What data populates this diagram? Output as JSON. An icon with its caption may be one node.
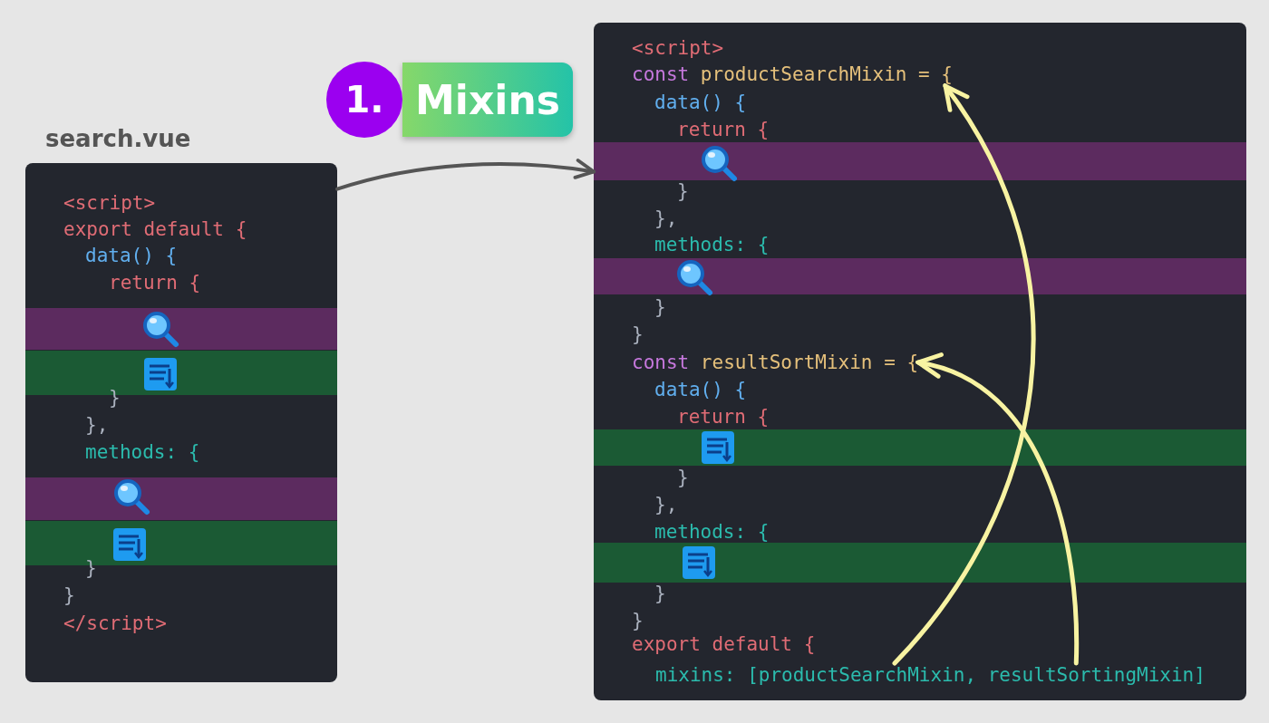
{
  "diagram": {
    "nodes": [
      {
        "text": [
          "<script>",
          "export default {",
          "data() {",
          "return {",
          "}",
          "},",
          "methods: {",
          "}",
          "}",
          "</script>"
        ],
        "beside": [
          "search.vue"
        ]
      },
      {
        "text": [
          "<script>",
          "data() {",
          "return {",
          "}",
          "},",
          "methods: {",
          "}",
          "}",
          "data() {",
          "return {",
          "}",
          "},",
          "methods: {",
          "}",
          "}",
          "export default {"
        ]
      },
      {
        "text": [
          "const productSearchMixin = {"
        ],
        "in": 1
      },
      {
        "text": [
          "const resultSortMixin = {"
        ],
        "in": 1
      },
      {
        "text": [
          "mixins: [productSearchMixin, resultSortingMixin]"
        ],
        "in": 1
      },
      {
        "text": [
          "1."
        ]
      },
      {
        "text": [
          "Mixins"
        ]
      }
    ],
    "edges": [
      {
        "from": 0,
        "to": 1,
        "arrow": "to",
        "color": "#555555"
      },
      {
        "from": 4,
        "to": 2,
        "arrow": "to"
      },
      {
        "from": 4,
        "to": 3,
        "arrow": "to"
      }
    ]
  }
}
